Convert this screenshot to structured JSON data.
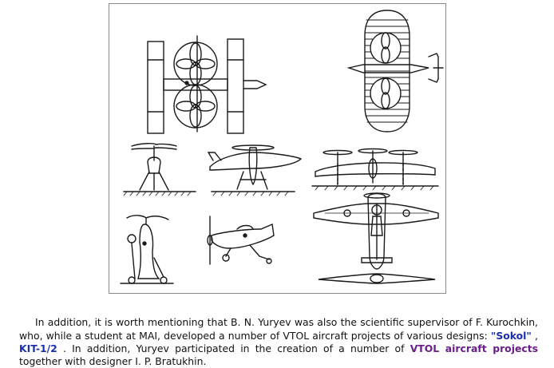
{
  "caption": {
    "part1": "In addition, it is worth mentioning that B. N. Yuryev was also the scientific supervisor of F. Kurochkin, who, while a student at MAI, developed a number of VTOL aircraft projects of various designs:",
    "link_sokol": "\"Sokol\"",
    "sep1": ",",
    "link_kit": "KIT-1/2",
    "part2": ". In addition, Yuryev participated in the creation of a number of",
    "link_vtol": "VTOL aircraft projects",
    "part3": "together with designer I. P. Bratukhin."
  },
  "colors": {
    "link_blue": "#1a2fb0",
    "link_purple": "#6a1d8a",
    "drawing_ink": "#1a1a1a",
    "frame_border": "#8a8a8a"
  }
}
